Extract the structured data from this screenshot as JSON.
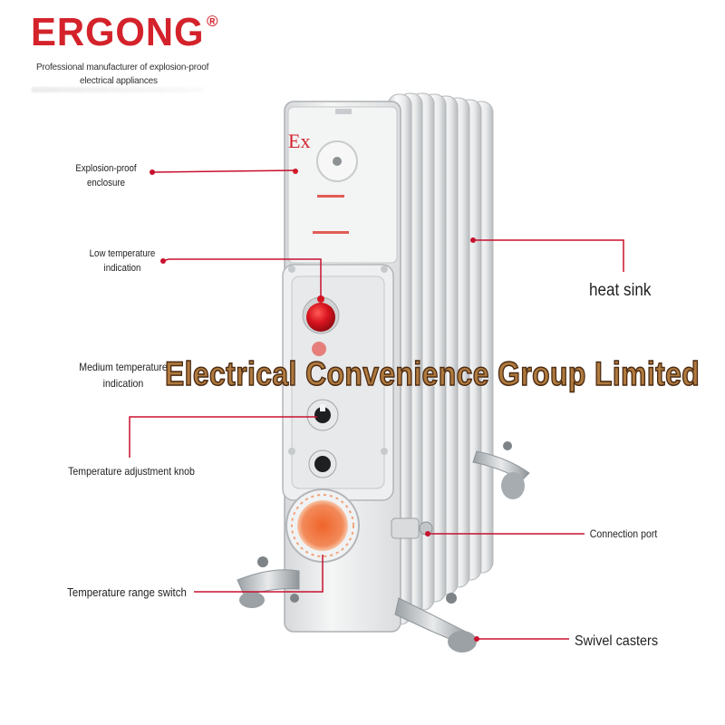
{
  "brand": {
    "name": "ERGONG",
    "registered_mark": "®",
    "tagline_line1": "Professional manufacturer of explosion-proof",
    "tagline_line2": "electrical appliances"
  },
  "product_marks": {
    "ex_mark": "Ex"
  },
  "callouts": {
    "explosion_proof_enclosure": "Explosion-proof\nenclosure",
    "low_temperature_indication": "Low temperature\nindication",
    "medium_temperature_indication": "Medium temperature\nindication",
    "temperature_adjustment_knob": "Temperature adjustment knob",
    "temperature_range_switch": "Temperature range switch",
    "heat_sink": "heat sink",
    "connection_port": "Connection port",
    "swivel_casters": "Swivel casters"
  },
  "watermark": {
    "text": "Electrical Convenience Group Limited"
  },
  "colors": {
    "brand_red": "#d4222b",
    "callout_line": "#c8102e",
    "watermark_fill": "#b07a3e",
    "watermark_stroke": "#4a2a12",
    "indicator_red": "#d8141f",
    "dial_orange": "#f0642a"
  }
}
